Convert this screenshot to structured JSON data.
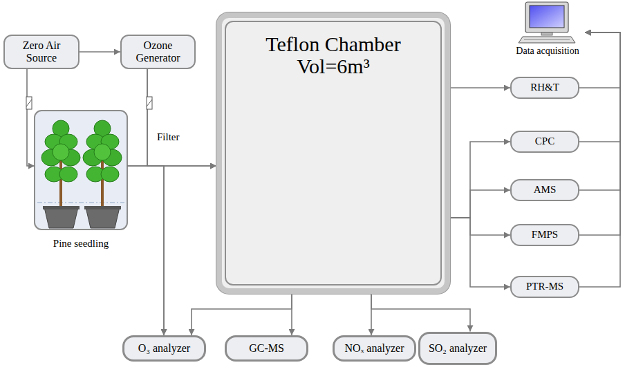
{
  "diagram": {
    "nodes": [
      {
        "text": [
          "Zero Air Source"
        ]
      },
      {
        "text": [
          "Ozone Generator"
        ]
      },
      {
        "text": [
          "Data acquisition"
        ]
      },
      {
        "text": [
          "Pine seedling"
        ]
      },
      {
        "text": [
          "Teflon Chamber Vol=6m³"
        ]
      },
      {
        "text": [
          "RH&T"
        ]
      },
      {
        "text": [
          "CPC"
        ]
      },
      {
        "text": [
          "AMS"
        ]
      },
      {
        "text": [
          "FMPS"
        ]
      },
      {
        "text": [
          "PTR-MS"
        ]
      },
      {
        "text": [
          "O₃ analyzer"
        ]
      },
      {
        "text": [
          "GC-MS"
        ]
      },
      {
        "text": [
          "NOₓ analyzer"
        ]
      },
      {
        "text": [
          "SO₂ analyzer"
        ]
      }
    ],
    "edges": [
      {
        "from": 0,
        "to": 1,
        "arrow": "to"
      },
      {
        "from": 0,
        "to": 3,
        "arrow": "to"
      },
      {
        "from": 1,
        "to": 4,
        "arrow": "to"
      },
      {
        "from": 1,
        "to": 10,
        "arrow": "to"
      },
      {
        "from": 3,
        "to": 4,
        "arrow": "to"
      },
      {
        "from": 3,
        "to": 10,
        "arrow": "to"
      },
      {
        "from": 4,
        "to": 10,
        "arrow": "to"
      },
      {
        "from": 4,
        "to": 11,
        "arrow": "to"
      },
      {
        "from": 4,
        "to": 12,
        "arrow": "to"
      },
      {
        "from": 4,
        "to": 13,
        "arrow": "to"
      },
      {
        "from": 4,
        "to": 5,
        "arrow": "to"
      },
      {
        "from": 4,
        "to": 6,
        "arrow": "to"
      },
      {
        "from": 4,
        "to": 7,
        "arrow": "to"
      },
      {
        "from": 4,
        "to": 8,
        "arrow": "to"
      },
      {
        "from": 4,
        "to": 9,
        "arrow": "to"
      },
      {
        "from": 5,
        "to": 2,
        "arrow": "to"
      },
      {
        "from": 6,
        "to": 2,
        "arrow": "to"
      },
      {
        "from": 7,
        "to": 2,
        "arrow": "to"
      },
      {
        "from": 8,
        "to": 2,
        "arrow": "to"
      },
      {
        "from": 9,
        "to": 2,
        "arrow": "to"
      }
    ],
    "labels": [
      "Filter"
    ]
  }
}
